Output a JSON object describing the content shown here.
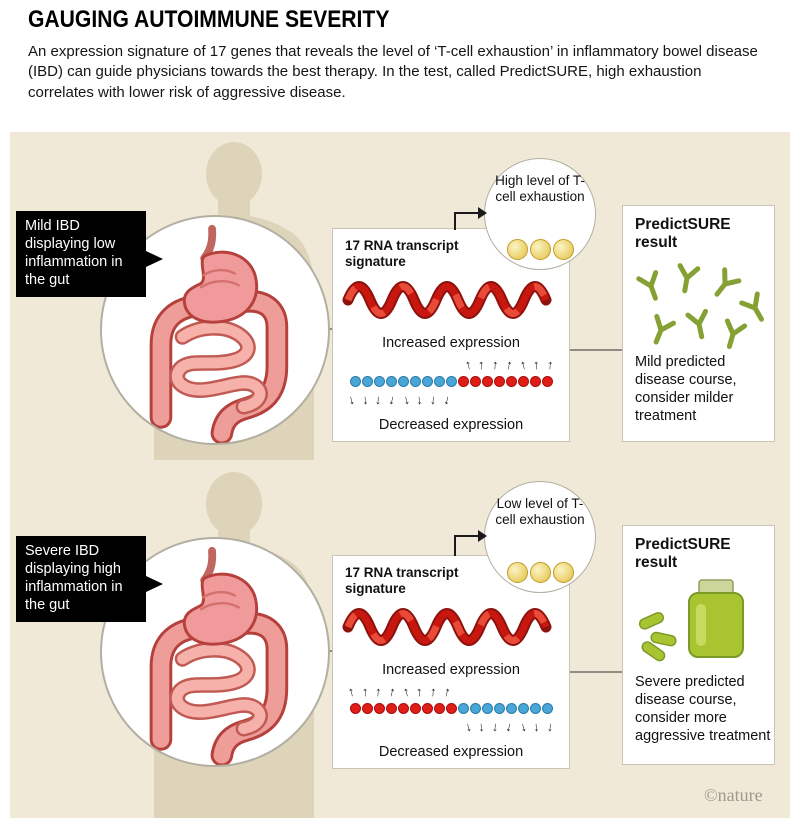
{
  "header": {
    "title": "GAUGING AUTOIMMUNE SEVERITY",
    "body": "An expression signature of 17 genes that reveals the level of ‘T-cell exhaustion’ in inflammatory bowel disease (IBD) can guide physicians towards the best therapy. In the test, called PredictSURE, high exhaustion correlates with lower risk of aggressive disease."
  },
  "colors": {
    "background_beige": "#f0e9d7",
    "silhouette_beige": "#ddd4b9",
    "rna_red": "#c8170f",
    "gene_dot_blue": "#49a6d6",
    "gene_dot_red": "#e01d17",
    "t_cell_yellow": "#eed87c",
    "antibody_green": "#85a134",
    "medicine_green": "#a9c431",
    "callout_black": "#000000"
  },
  "icons": {
    "intestines": "pink coiled gut inside white circle",
    "rna_squiggle": "red coiled RNA strand",
    "t_cell": "small yellow cell circle",
    "antibody": "green Y-shaped antibody",
    "medicine_bottle": "green pill bottle with capsules",
    "expression_arrow_up": "↑",
    "expression_arrow_down": "↓"
  },
  "panels": [
    {
      "id": "mild",
      "gut_label": "Mild IBD displaying low inflammation in the gut",
      "signature_title": "17 RNA transcript signature",
      "increased_label": "Increased expression",
      "decreased_label": "Decreased expression",
      "exhaustion_label": "High level of T-cell exhaustion",
      "t_cell_count": 3,
      "result_title": "PredictSURE result",
      "result_text": "Mild predicted disease course, consider milder treatment",
      "dot_groups": [
        {
          "color": "blue",
          "count": 9,
          "arrows": "down"
        },
        {
          "color": "red",
          "count": 8,
          "arrows": "up"
        }
      ]
    },
    {
      "id": "severe",
      "gut_label": "Severe IBD displaying high inflammation in the gut",
      "signature_title": "17 RNA transcript signature",
      "increased_label": "Increased expression",
      "decreased_label": "Decreased expression",
      "exhaustion_label": "Low level of T-cell exhaustion",
      "t_cell_count": 3,
      "result_title": "PredictSURE result",
      "result_text": "Severe predicted disease course, consider more aggressive treatment",
      "dot_groups": [
        {
          "color": "red",
          "count": 9,
          "arrows": "up"
        },
        {
          "color": "blue",
          "count": 8,
          "arrows": "down"
        }
      ]
    }
  ],
  "footer": {
    "credit": "©nature"
  }
}
